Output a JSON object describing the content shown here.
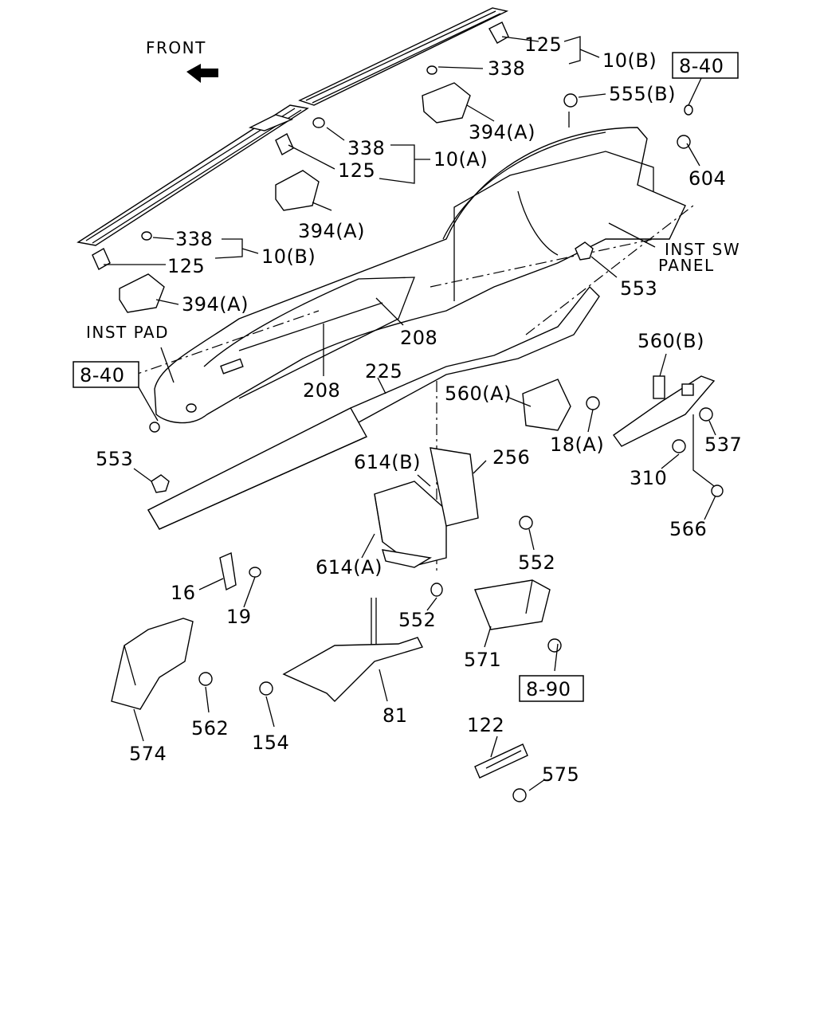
{
  "direction": {
    "label": "FRONT",
    "arrow_icon": "front-arrow-icon"
  },
  "callouts": {
    "l125_top": "125",
    "l10b_top": "10(B)",
    "l338_top": "338",
    "l555b": "555(B)",
    "ref840_right": "8-40",
    "l394a_top": "394(A)",
    "l604": "604",
    "l338_mid": "338",
    "l10a": "10(A)",
    "l125_mid": "125",
    "l394a_mid": "394(A)",
    "l338_left": "338",
    "l10b_left": "10(B)",
    "l125_left": "125",
    "l394a_left": "394(A)",
    "inst_sw_panel_1": "INST SW",
    "inst_sw_panel_2": "PANEL",
    "l553_right": "553",
    "inst_pad": "INST PAD",
    "l208_right": "208",
    "ref840_left": "8-40",
    "l208_left": "208",
    "l225": "225",
    "l560a": "560(A)",
    "l560b": "560(B)",
    "l537": "537",
    "l18a": "18(A)",
    "l553_left": "553",
    "l614b": "614(B)",
    "l256": "256",
    "l310": "310",
    "l566": "566",
    "l552_right": "552",
    "l614a": "614(A)",
    "l16": "16",
    "l19": "19",
    "l552_lower": "552",
    "l571": "571",
    "ref890": "8-90",
    "l562": "562",
    "l81": "81",
    "l574": "574",
    "l154": "154",
    "l122": "122",
    "l575": "575"
  }
}
